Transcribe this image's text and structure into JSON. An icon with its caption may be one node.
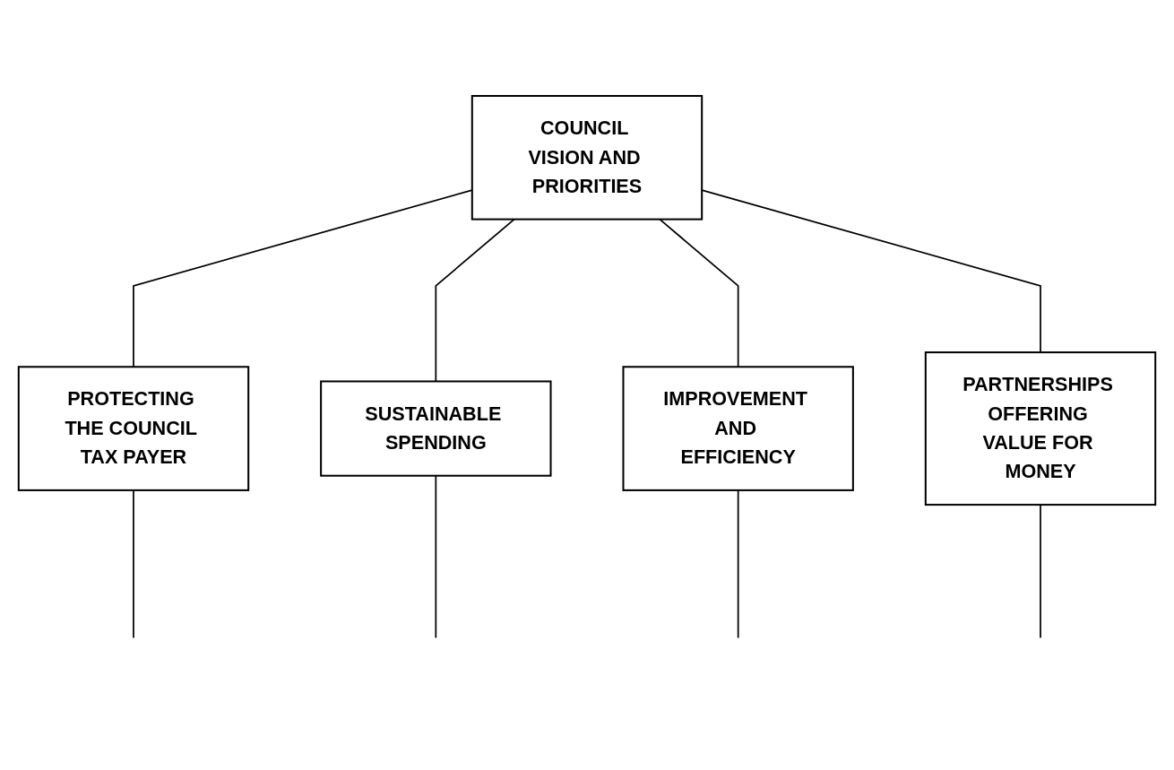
{
  "diagram": {
    "nodes": [
      {
        "text": [
          "COUNCIL VISION AND PRIORITIES"
        ]
      },
      {
        "text": [
          "PROTECTING THE COUNCIL TAX PAYER"
        ]
      },
      {
        "text": [
          "SUSTAINABLE SPENDING"
        ]
      },
      {
        "text": [
          "IMPROVEMENT AND EFFICIENCY"
        ]
      },
      {
        "text": [
          "PARTNERSHIPS OFFERING VALUE FOR MONEY"
        ]
      }
    ],
    "edges": [
      {
        "from": 0,
        "to": 1,
        "arrow": "none"
      },
      {
        "from": 0,
        "to": 2,
        "arrow": "none"
      },
      {
        "from": 0,
        "to": 3,
        "arrow": "none"
      },
      {
        "from": 0,
        "to": 4,
        "arrow": "none"
      },
      {
        "from": 1,
        "to": null,
        "arrow": "none"
      },
      {
        "from": 2,
        "to": null,
        "arrow": "none"
      },
      {
        "from": 3,
        "to": null,
        "arrow": "none"
      },
      {
        "from": 4,
        "to": null,
        "arrow": "none"
      }
    ]
  }
}
